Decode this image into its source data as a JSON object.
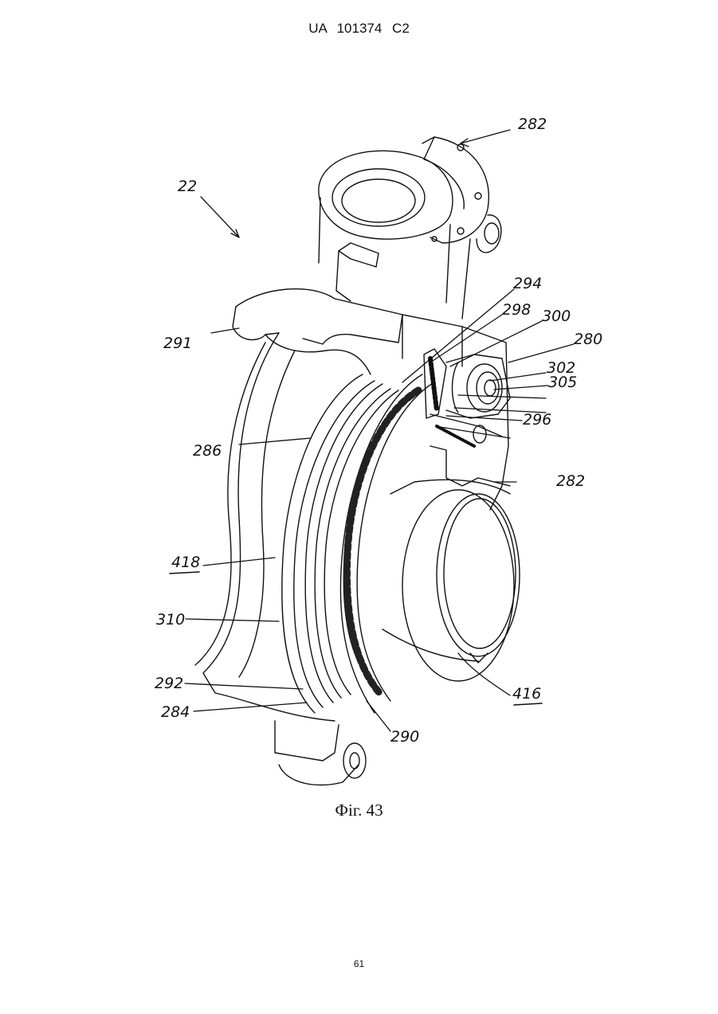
{
  "header": {
    "patent_number": "UA   101374   C2"
  },
  "figure": {
    "caption": "Фіг. 43",
    "reference_numerals": {
      "r22": "22",
      "r282_top": "282",
      "r294": "294",
      "r298": "298",
      "r300": "300",
      "r280": "280",
      "r302": "302",
      "r305": "305",
      "r296": "296",
      "r291": "291",
      "r286": "286",
      "r282_mid": "282",
      "r418": "418",
      "r310": "310",
      "r292": "292",
      "r284": "284",
      "r290": "290",
      "r416": "416"
    }
  },
  "footer": {
    "page_number": "61"
  }
}
